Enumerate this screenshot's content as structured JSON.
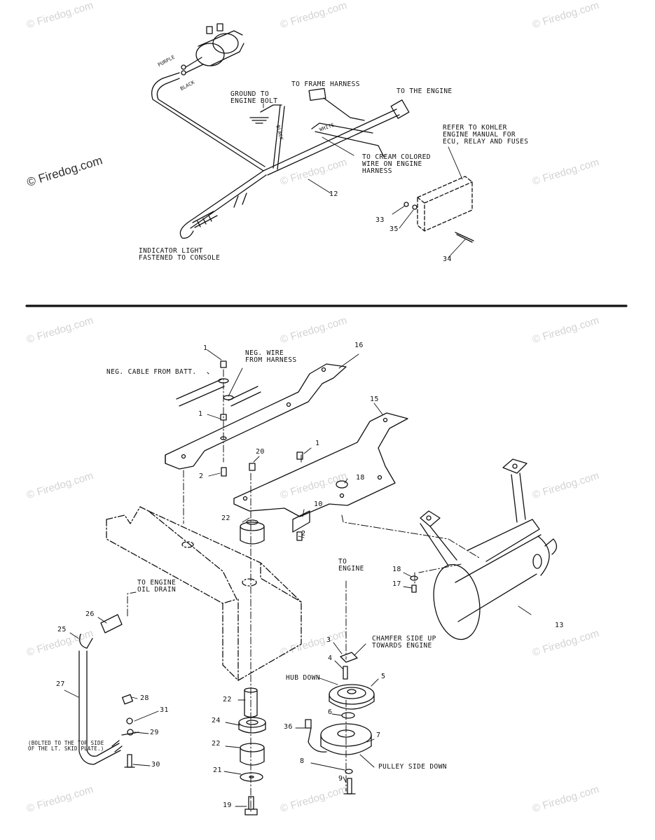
{
  "watermark": "© Firedog.com",
  "top": {
    "labels": {
      "to_frame_harness": "TO FRAME HARNESS",
      "to_the_engine": "TO THE ENGINE",
      "ground": "GROUND TO\nENGINE BOLT",
      "refer": "REFER TO KOHLER\nENGINE MANUAL FOR\nECU, RELAY AND FUSES",
      "cream": "TO CREAM COLORED\nWIRE ON ENGINE\nHARNESS",
      "indicator": "INDICATOR LIGHT\nFASTENED TO CONSOLE",
      "purple": "PURPLE",
      "black": "BLACK",
      "white": "WHITE",
      "black2": "BLACK"
    },
    "callouts": {
      "n12": "12",
      "n33": "33",
      "n35": "35",
      "n34": "34"
    }
  },
  "bottom": {
    "labels": {
      "neg_cable": "NEG. CABLE FROM BATT.",
      "neg_wire": "NEG. WIRE\nFROM HARNESS",
      "oil_drain": "TO ENGINE\nOIL DRAIN",
      "to_engine": "TO\nENGINE",
      "chamfer": "CHAMFER SIDE UP\nTOWARDS ENGINE",
      "hub_down": "HUB DOWN",
      "pulley_down": "PULLEY SIDE DOWN",
      "bolted": "(BOLTED TO THE TOP SIDE\nOF THE LT. SKID PLATE.)"
    },
    "callouts": {
      "c1a": "1",
      "c1b": "1",
      "c1c": "1",
      "c2a": "2",
      "c2b": "2",
      "c16": "16",
      "c15": "15",
      "c20": "20",
      "c18a": "18",
      "c10": "10",
      "c22a": "22",
      "c18b": "18",
      "c17": "17",
      "c13": "13",
      "c26": "26",
      "c25": "25",
      "c27": "27",
      "c28": "28",
      "c31": "31",
      "c29": "29",
      "c30": "30",
      "c22b": "22",
      "c24": "24",
      "c22c": "22",
      "c21": "21",
      "c19": "19",
      "c3": "3",
      "c4": "4",
      "c5": "5",
      "c6": "6",
      "c36": "36",
      "c7": "7",
      "c8": "8",
      "c9": "9"
    }
  }
}
